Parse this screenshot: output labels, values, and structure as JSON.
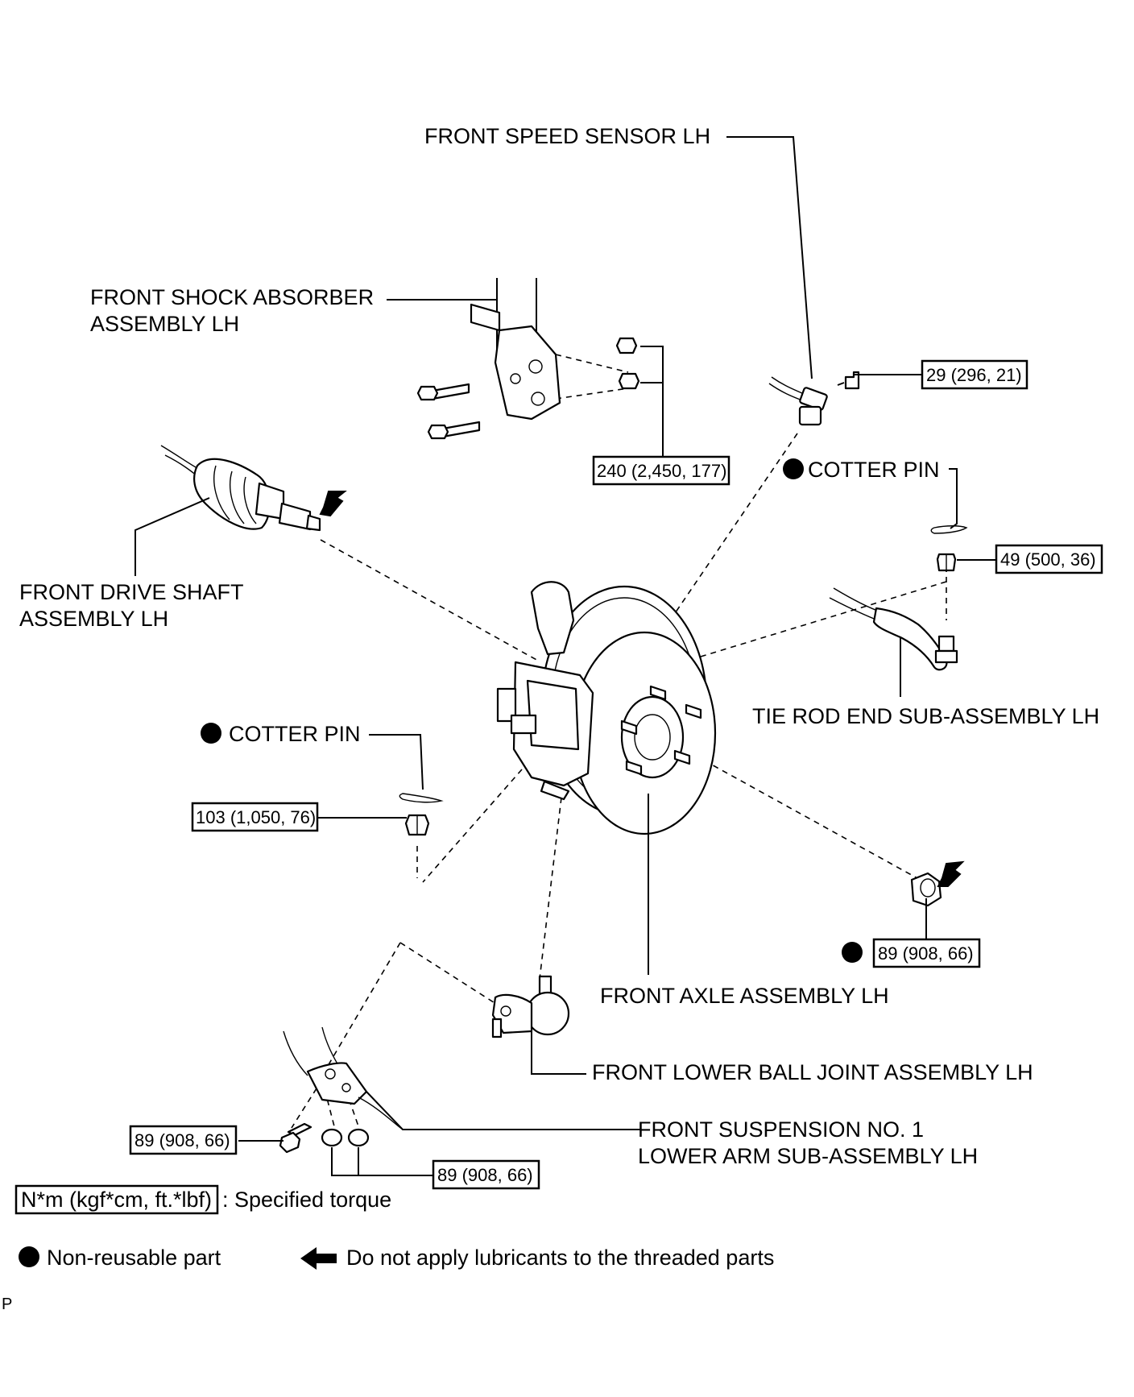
{
  "labels": {
    "front_speed_sensor": "FRONT SPEED SENSOR LH",
    "shock_absorber_line1": "FRONT SHOCK ABSORBER",
    "shock_absorber_line2": "ASSEMBLY LH",
    "drive_shaft_line1": "FRONT DRIVE SHAFT",
    "drive_shaft_line2": "ASSEMBLY LH",
    "cotter_pin_upper": "COTTER PIN",
    "cotter_pin_lower": "COTTER PIN",
    "tie_rod_end": "TIE ROD END SUB-ASSEMBLY LH",
    "front_axle": "FRONT AXLE ASSEMBLY LH",
    "lower_ball_joint": "FRONT LOWER BALL JOINT ASSEMBLY LH",
    "lower_arm_line1": "FRONT SUSPENSION NO. 1",
    "lower_arm_line2": "LOWER ARM SUB-ASSEMBLY LH"
  },
  "torques": {
    "speed_sensor_bolt": "29 (296, 21)",
    "shock_absorber_bolts": "240 (2,450, 177)",
    "tie_rod_nut": "49 (500, 36)",
    "ball_joint_nut": "103 (1,050, 76)",
    "hub_nut": "89 (908, 66)",
    "lower_arm_bolt": "89 (908, 66)",
    "lower_arm_nuts": "89 (908, 66)"
  },
  "legend": {
    "torque_unit": "N*m (kgf*cm, ft.*lbf)",
    "torque_desc": ": Specified torque",
    "non_reusable": "Non-reusable part",
    "no_lubricant": "Do not apply lubricants to the threaded parts"
  },
  "corner_mark": "P"
}
